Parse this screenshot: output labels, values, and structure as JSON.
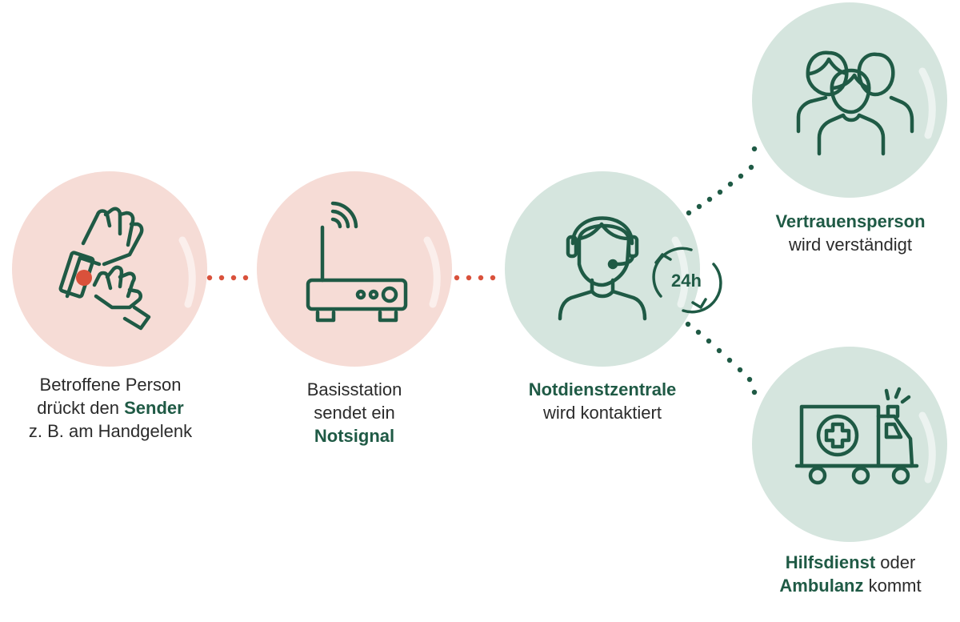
{
  "colors": {
    "pink_circle": "#f6dcd6",
    "green_circle": "#d5e5de",
    "icon_green": "#1f5a45",
    "dot_red": "#d9513b",
    "dot_green": "#1f5a45",
    "sender_red": "#d9513b"
  },
  "steps": [
    {
      "icon": "wrist-sender-icon",
      "lines": [
        {
          "bold": "",
          "text": "Betroffene Person"
        },
        {
          "text_before": "drückt den ",
          "bold": "Sender",
          "text": ""
        },
        {
          "bold": "",
          "text": "z. B. am Handgelenk"
        }
      ]
    },
    {
      "icon": "router-icon",
      "lines": [
        {
          "bold": "",
          "text": "Basisstation"
        },
        {
          "bold": "",
          "text": "sendet ein"
        },
        {
          "bold": "Notsignal",
          "text": ""
        }
      ]
    },
    {
      "icon": "headset-operator-icon",
      "badge": "24h",
      "lines": [
        {
          "bold": "Notdienstzentrale",
          "text": ""
        },
        {
          "bold": "",
          "text": "wird kontaktiert"
        }
      ]
    },
    {
      "icon": "group-people-icon",
      "lines": [
        {
          "bold": "Vertrauensperson",
          "text": ""
        },
        {
          "bold": "",
          "text": "wird verständigt"
        }
      ]
    },
    {
      "icon": "ambulance-icon",
      "lines": [
        {
          "bold": "Hilfsdienst",
          "text": " oder"
        },
        {
          "bold": "Ambulanz",
          "text": " kommt"
        }
      ]
    }
  ]
}
